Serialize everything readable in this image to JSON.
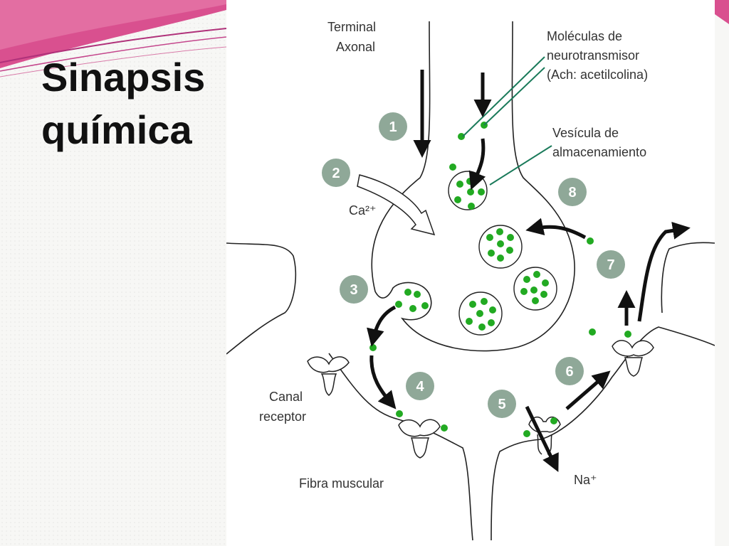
{
  "slide": {
    "title_line1": "Sinapsis",
    "title_line2": "química"
  },
  "colors": {
    "accent_pink": "#d9508f",
    "accent_magenta": "#b0317a",
    "neurotransmitter_green": "#22aa22",
    "step_badge": "#8fa898"
  },
  "diagram": {
    "labels": {
      "terminal_line1": "Terminal",
      "terminal_line2": "Axonal",
      "molecules_line1": "Moléculas de",
      "molecules_line2": "neurotransmisor",
      "molecules_line3": "(Ach: acetilcolina)",
      "vesicle_line1": "Vesícula de",
      "vesicle_line2": "almacenamiento",
      "calcium": "Ca²⁺",
      "channel_line1": "Canal",
      "channel_line2": "receptor",
      "muscle": "Fibra muscular",
      "sodium": "Na⁺"
    },
    "steps": [
      "1",
      "2",
      "3",
      "4",
      "5",
      "6",
      "7",
      "8"
    ]
  }
}
